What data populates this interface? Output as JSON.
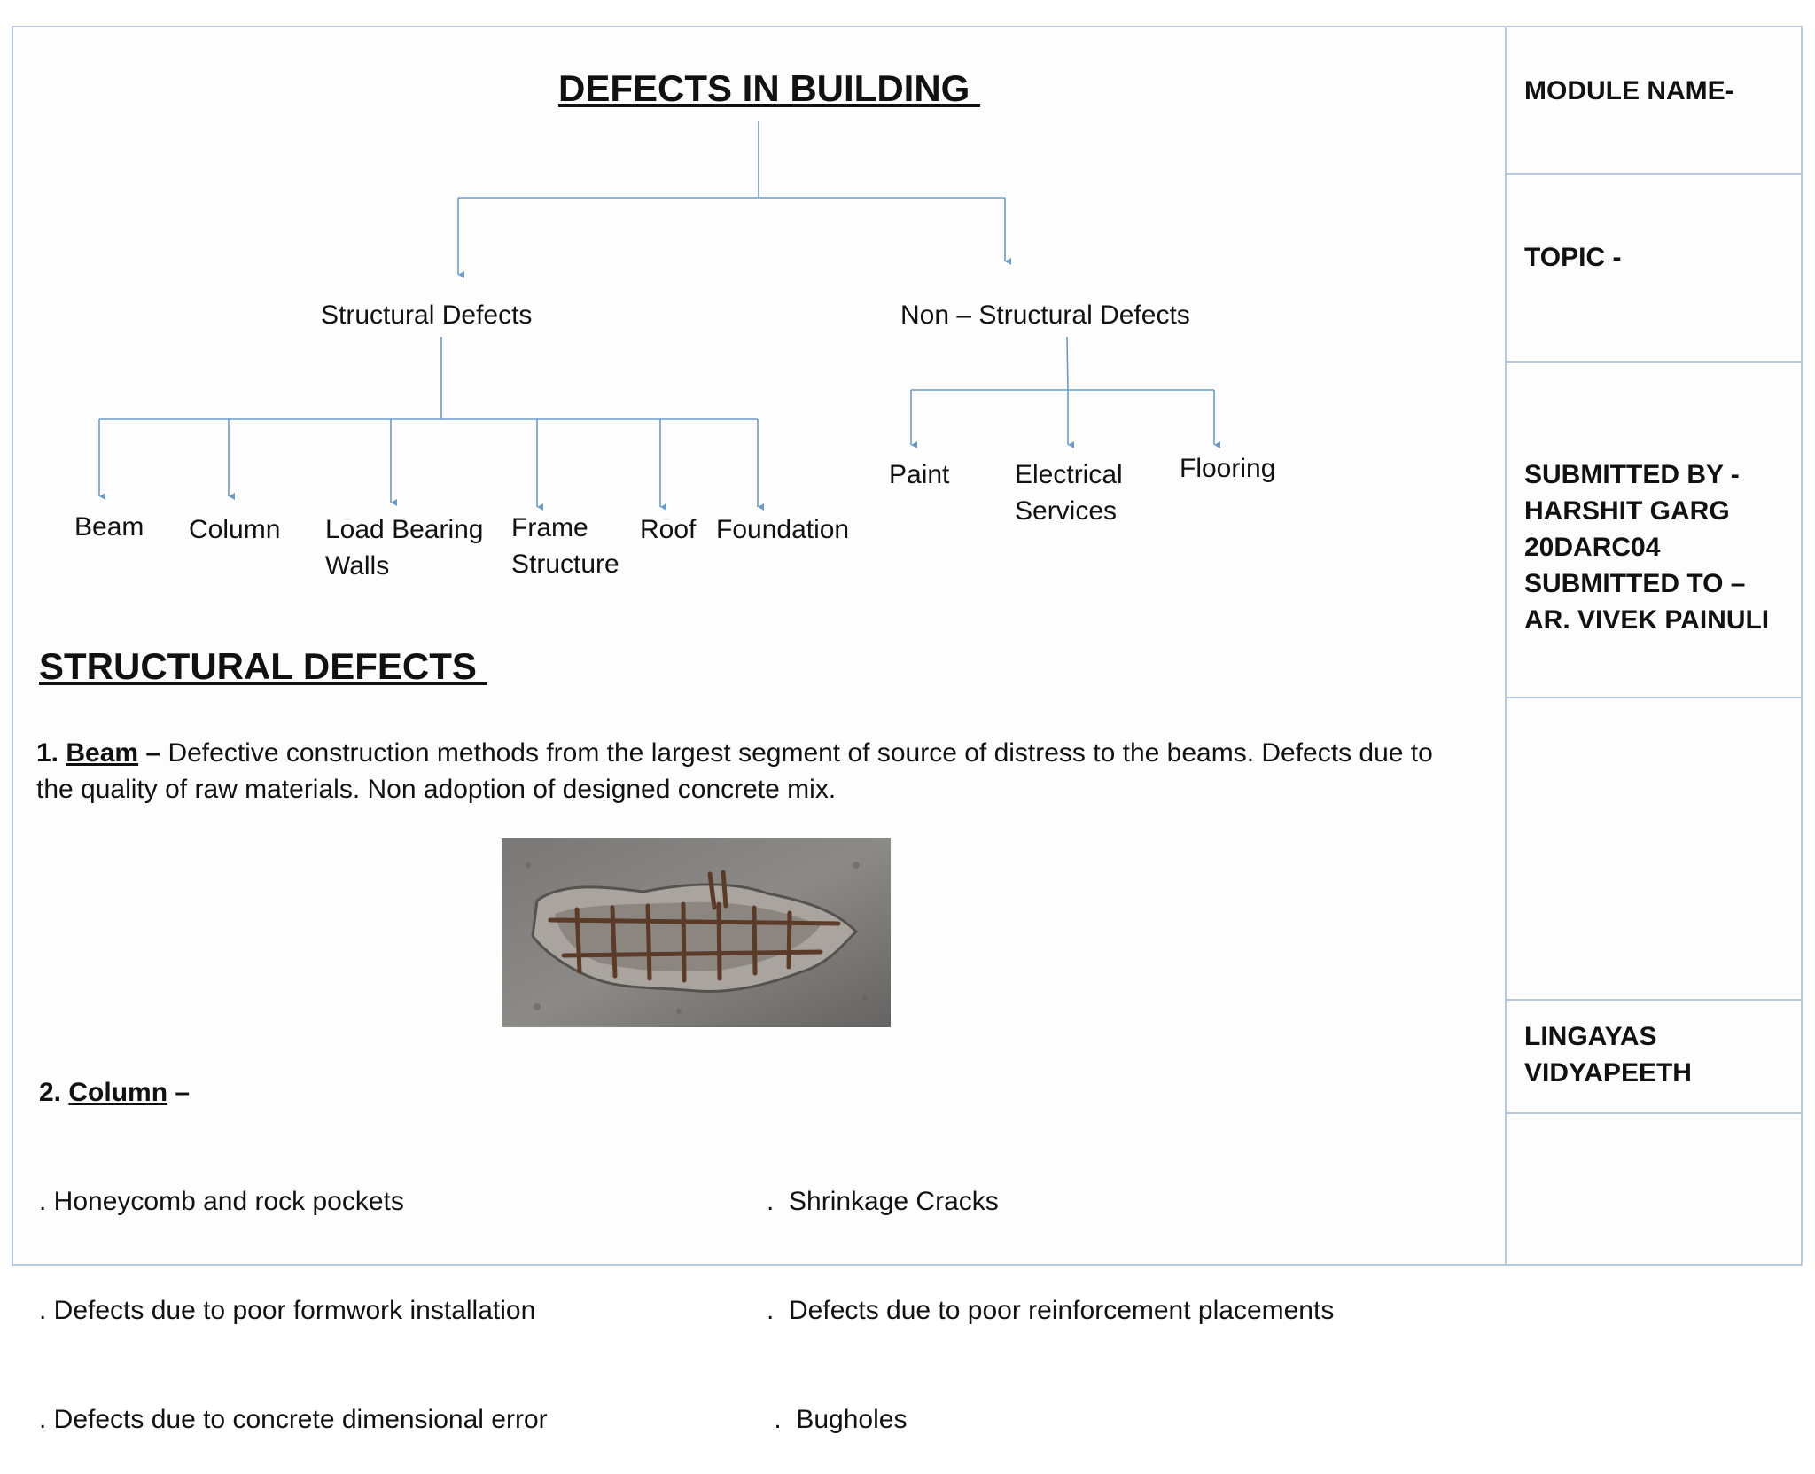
{
  "diagram": {
    "title": "DEFECTS IN BUILDING ",
    "structural": {
      "label": "Structural Defects",
      "children": [
        "Beam",
        "Column",
        "Load Bearing\nWalls",
        "Frame\nStructure",
        "Roof",
        "Foundation"
      ]
    },
    "non_structural": {
      "label": "Non – Structural Defects",
      "children": [
        "Paint",
        "Electrical\nServices",
        "Flooring"
      ]
    },
    "line_color": "#6a9bcb"
  },
  "section": {
    "heading": "STRUCTURAL DEFECTS ",
    "beam": {
      "number": "1.",
      "name": "Beam",
      "dash": " –",
      "text": " Defective construction methods from the largest segment of source of distress to the beams. Defects due to the quality of raw materials. Non adoption of designed concrete mix."
    },
    "column": {
      "number": "2.",
      "name": "Column",
      "dash": " –",
      "left_items": [
        ". Honeycomb and rock pockets",
        ". Defects due to poor formwork installation",
        ". Defects due to concrete dimensional error"
      ],
      "right_items": [
        ".  Shrinkage Cracks",
        ".  Defects due to poor reinforcement placements",
        " .  Bugholes"
      ]
    }
  },
  "sidebar": {
    "module_name": "MODULE NAME-",
    "topic": "TOPIC -",
    "submitted": [
      "SUBMITTED BY -",
      "HARSHIT GARG",
      "20DARC04",
      "SUBMITTED TO –",
      "AR. VIVEK PAINULI"
    ],
    "institution": [
      "LINGAYAS",
      "VIDYAPEETH"
    ]
  },
  "colors": {
    "border": "#b7c9e0",
    "connector": "#6a9bcb"
  }
}
